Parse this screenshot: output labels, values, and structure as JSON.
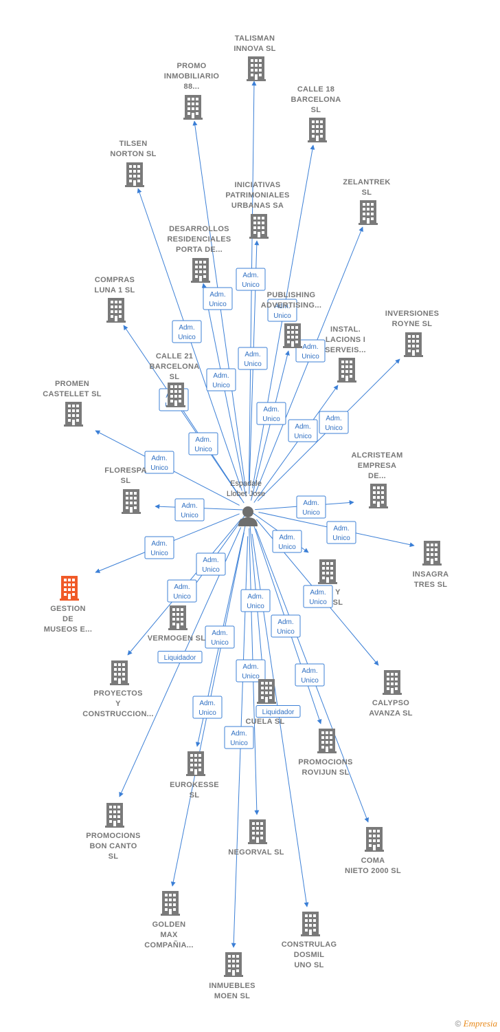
{
  "center": {
    "name_line1": "Espadale",
    "name_line2": "Llobet Jose"
  },
  "colors": {
    "edge": "#3b7fd6",
    "building": "#7a7a7a",
    "highlight": "#f05a28",
    "badge_text": "#2f6fc2"
  },
  "nodes": [
    {
      "id": "talisman",
      "lines": [
        "TALISMAN",
        "INNOVA  SL"
      ]
    },
    {
      "id": "promo88",
      "lines": [
        "PROMO",
        "INMOBILIARIO",
        "88..."
      ]
    },
    {
      "id": "calle18",
      "lines": [
        "CALLE 18",
        "BARCELONA",
        "SL"
      ]
    },
    {
      "id": "tilsen",
      "lines": [
        "TILSEN",
        "NORTON  SL"
      ]
    },
    {
      "id": "zelantrek",
      "lines": [
        "ZELANTREK",
        "SL"
      ]
    },
    {
      "id": "iniciativas",
      "lines": [
        "INICIATIVAS",
        "PATRIMONIALES",
        "URBANAS SA"
      ]
    },
    {
      "id": "desarrollos",
      "lines": [
        "DESARROLLOS",
        "RESIDENCIALES",
        "PORTA DE..."
      ]
    },
    {
      "id": "compras",
      "lines": [
        "COMPRAS",
        "LUNA 1  SL"
      ]
    },
    {
      "id": "publishing",
      "lines": [
        "PUBLISHING",
        "ADVERTISING..."
      ]
    },
    {
      "id": "inversiones",
      "lines": [
        "INVERSIONES",
        "ROYNE SL"
      ]
    },
    {
      "id": "instal",
      "lines": [
        "INSTAL.",
        "LACIONS I",
        "SERVEIS..."
      ]
    },
    {
      "id": "calle21",
      "lines": [
        "CALLE 21",
        "BARCELONA",
        "SL"
      ]
    },
    {
      "id": "promen",
      "lines": [
        "PROMEN",
        "CASTELLET SL"
      ]
    },
    {
      "id": "alcristeam",
      "lines": [
        "ALCRISTEAM",
        "EMPRESA",
        "DE..."
      ]
    },
    {
      "id": "floresp",
      "lines": [
        "FLORESPA",
        "SL"
      ]
    },
    {
      "id": "insagra",
      "lines": [
        "INSAGRA",
        "TRES SL"
      ]
    },
    {
      "id": "gestion",
      "lines": [
        "GESTION",
        "DE",
        "MUSEOS E..."
      ]
    },
    {
      "id": "yslnode",
      "lines": [
        "Y",
        "SL"
      ]
    },
    {
      "id": "vermogen",
      "lines": [
        "VERMOGEN SL"
      ]
    },
    {
      "id": "proyectos",
      "lines": [
        "PROYECTOS",
        "Y",
        "CONSTRUCCION..."
      ]
    },
    {
      "id": "calypso",
      "lines": [
        "CALYPSO",
        "AVANZA  SL"
      ]
    },
    {
      "id": "cuela",
      "lines": [
        "CUELA SL"
      ]
    },
    {
      "id": "promorovijun",
      "lines": [
        "PROMOCIONS",
        "ROVIJUN  SL"
      ]
    },
    {
      "id": "eurokesse",
      "lines": [
        "EUROKESSE",
        "SL"
      ]
    },
    {
      "id": "bonc",
      "lines": [
        "PROMOCIONS",
        "BON CANTO",
        "SL"
      ]
    },
    {
      "id": "negorval",
      "lines": [
        "NEGORVAL SL"
      ]
    },
    {
      "id": "coma",
      "lines": [
        "COMA",
        "NIETO 2000 SL"
      ]
    },
    {
      "id": "golden",
      "lines": [
        "GOLDEN",
        "MAX",
        "COMPAÑIA..."
      ]
    },
    {
      "id": "construlag",
      "lines": [
        "CONSTRULAG",
        "DOSMIL",
        "UNO  SL"
      ]
    },
    {
      "id": "inmuebles",
      "lines": [
        "INMUEBLES",
        "MOEN SL"
      ]
    }
  ],
  "badges": {
    "adm": [
      "Adm.",
      "Unico"
    ],
    "liq": [
      "Liquidador"
    ]
  },
  "footer": {
    "copyright": "©",
    "brand": "Empresia"
  }
}
